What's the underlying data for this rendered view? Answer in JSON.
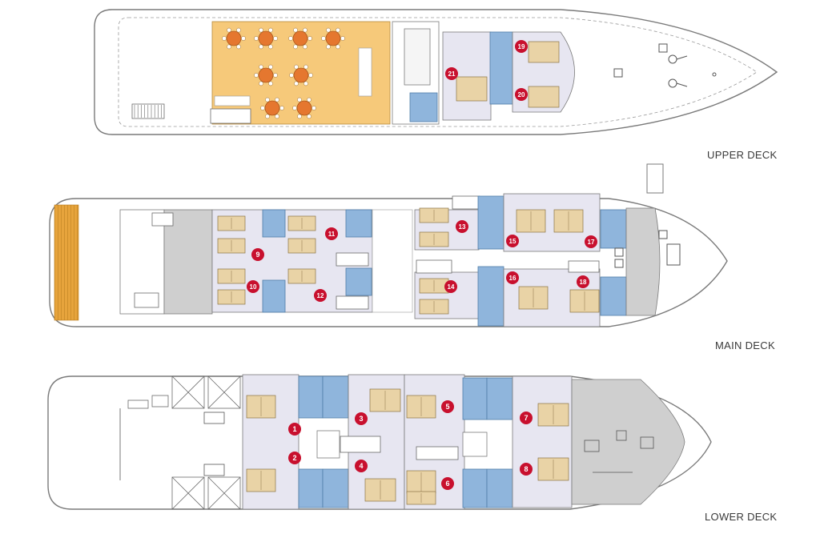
{
  "decks": {
    "upper": {
      "label": "UPPER DECK",
      "cabins": [
        "19",
        "20",
        "21"
      ]
    },
    "main": {
      "label": "MAIN DECK",
      "cabins": [
        "9",
        "10",
        "11",
        "12",
        "13",
        "14",
        "15",
        "16",
        "17",
        "18"
      ]
    },
    "lower": {
      "label": "LOWER DECK",
      "cabins": [
        "1",
        "2",
        "3",
        "4",
        "5",
        "6",
        "7",
        "8"
      ]
    }
  },
  "colors": {
    "hull_outline": "#7a7a7a",
    "cabin": "#e7e6f1",
    "bathroom": "#8fb5dc",
    "restaurant": "#f6c97a",
    "table": "#e5772f",
    "service": "#cfcfcf",
    "bed": "#e9d3a6",
    "cabin_marker": "#c8102e",
    "deck_wood": "#e7a43c"
  }
}
